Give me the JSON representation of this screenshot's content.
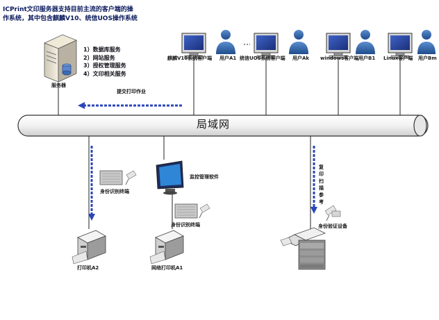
{
  "title": {
    "line1": "ICPrint文印服务器支持目前主流的客户端的操",
    "line2": "作系统，其中包含麒麟V10、统信UOS操作系统"
  },
  "server": {
    "label": "服务器",
    "services": [
      "1）数据库服务",
      "2）网站服务",
      "3）授权管理服务",
      "4）文印相关服务"
    ]
  },
  "network": {
    "lan_label": "局域网",
    "submit_label": "提交打印作业",
    "scan_label": "复印扫描参考"
  },
  "clients": [
    {
      "label": "麒麟V10系统客户端"
    },
    {
      "label": "用户A1"
    },
    {
      "label": "统信UOS系统客户端"
    },
    {
      "label": "用户Ak"
    },
    {
      "label": "windows客户端"
    },
    {
      "label": "用户B1"
    },
    {
      "label": "Linux客户端"
    },
    {
      "label": "用户Bm"
    }
  ],
  "devices": {
    "terminal1": "身份识别终端",
    "terminal2": "身份识别终端",
    "terminal3": "身份验证设备",
    "control_pc": "监控管理软件",
    "printer_a2": "打印机A2",
    "printer_a1": "网络打印机A1"
  }
}
